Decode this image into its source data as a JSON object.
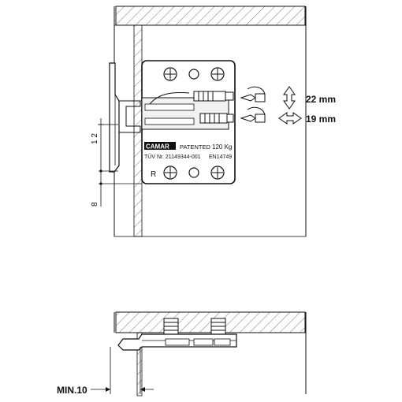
{
  "dimensions": {
    "adjust_vertical": "22 mm",
    "adjust_horizontal": "19 mm",
    "offset_upper": "1 2",
    "offset_lower": "8",
    "min_gap": "MIN.10"
  },
  "plate": {
    "brand": "CAMAR",
    "patented": "PATENTED",
    "load": "120 Kg",
    "cert_prefix": "TÜV",
    "cert_number": "Nr. 21149344-001",
    "norm": "EN14749",
    "mark_r": "R"
  },
  "colors": {
    "line": "#111111",
    "hatch": "#7a7a7a",
    "fill_light": "#f2f2f2",
    "fill_plate": "#ffffff"
  },
  "icons": [
    "screw-icon",
    "curved-arrow-icon",
    "vertical-double-arrow-icon",
    "horizontal-double-arrow-icon"
  ]
}
